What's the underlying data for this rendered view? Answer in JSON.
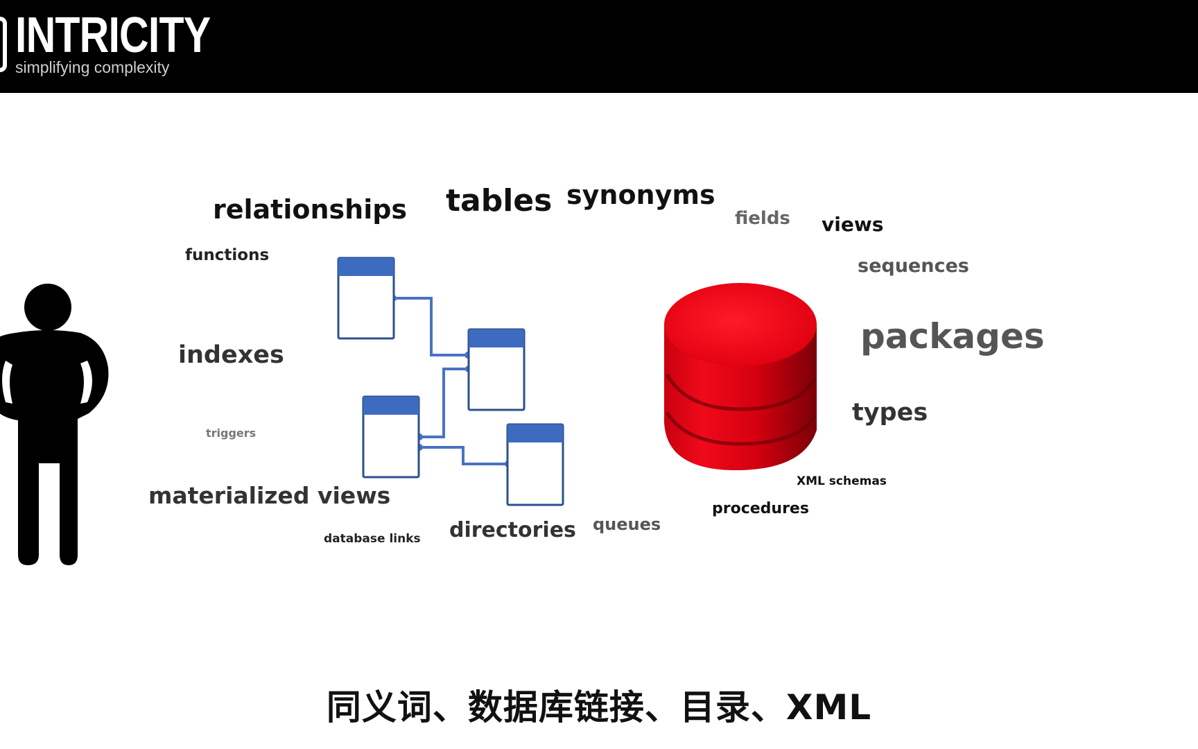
{
  "header": {
    "logo_name": "INTRICITY",
    "logo_tagline": "simplifying complexity"
  },
  "words": {
    "relationships": "relationships",
    "tables": "tables",
    "synonyms": "synonyms",
    "fields": "fields",
    "views": "views",
    "functions": "functions",
    "sequences": "sequences",
    "indexes": "indexes",
    "packages": "packages",
    "triggers": "triggers",
    "types": "types",
    "materialized_views": "materialized views",
    "xml_schemas": "XML schemas",
    "procedures": "procedures",
    "queues": "queues",
    "directories": "directories",
    "database_links": "database links"
  },
  "subtitle": "同义词、数据库链接、目录、XML",
  "colors": {
    "header_bg": "#000000",
    "table_header_blue": "#3d6bbf",
    "table_border": "#2c4f8f",
    "connector_blue": "#4a72c2",
    "database_red": "#e60012",
    "person_black": "#000000"
  }
}
